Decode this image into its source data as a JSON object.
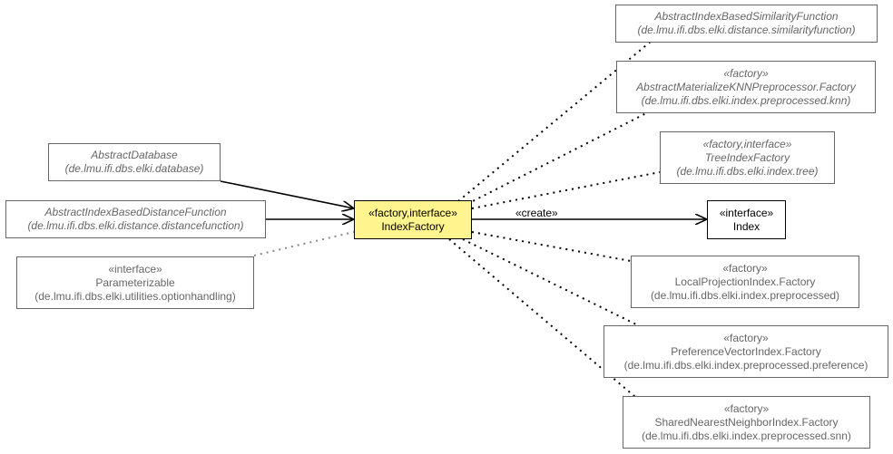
{
  "focus": {
    "stereotype": "«factory,interface»",
    "name": "IndexFactory"
  },
  "left_classes": [
    {
      "name": "AbstractDatabase",
      "package": "(de.lmu.ifi.dbs.elki.database)"
    },
    {
      "name": "AbstractIndexBasedDistanceFunction",
      "package": "(de.lmu.ifi.dbs.elki.distance.distancefunction)"
    },
    {
      "stereotype": "«interface»",
      "name": "Parameterizable",
      "package": "(de.lmu.ifi.dbs.elki.utilities.optionhandling)"
    }
  ],
  "right_classes": [
    {
      "name": "AbstractIndexBasedSimilarityFunction",
      "package": "(de.lmu.ifi.dbs.elki.distance.similarityfunction)"
    },
    {
      "stereotype": "«factory»",
      "name": "AbstractMaterializeKNNPreprocessor.Factory",
      "package": "(de.lmu.ifi.dbs.elki.index.preprocessed.knn)"
    },
    {
      "stereotype": "«factory,interface»",
      "name": "TreeIndexFactory",
      "package": "(de.lmu.ifi.dbs.elki.index.tree)"
    },
    {
      "stereotype": "«factory»",
      "name": "LocalProjectionIndex.Factory",
      "package": "(de.lmu.ifi.dbs.elki.index.preprocessed)"
    },
    {
      "stereotype": "«factory»",
      "name": "PreferenceVectorIndex.Factory",
      "package": "(de.lmu.ifi.dbs.elki.index.preprocessed.preference)"
    },
    {
      "stereotype": "«factory»",
      "name": "SharedNearestNeighborIndex.Factory",
      "package": "(de.lmu.ifi.dbs.elki.index.preprocessed.snn)"
    }
  ],
  "index": {
    "stereotype": "«interface»",
    "name": "Index"
  },
  "relation": {
    "create_label": "«create»"
  },
  "colors": {
    "focus_fill": "#fff48d",
    "border": "#666666",
    "text_muted": "#666666",
    "text": "#000000"
  }
}
